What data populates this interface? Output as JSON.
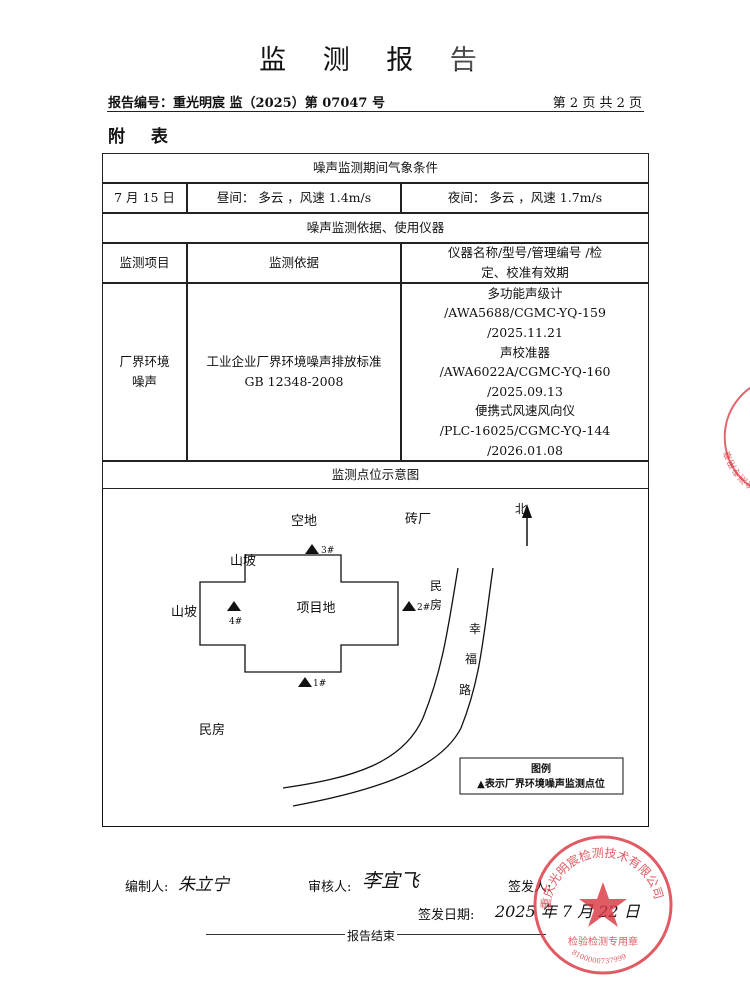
{
  "header": {
    "title": "监 测 报 告",
    "report_no": "报告编号：重光明宸 监（2025）第 07047 号",
    "page_info": "第 2 页 共 2 页",
    "appendix": "附 表"
  },
  "weather": {
    "section_title": "噪声监测期间气象条件",
    "date": "7 月 15 日",
    "day": "昼间：  多云 ，风速 1.4m/s",
    "night": "夜间：  多云 ，风速 1.7m/s"
  },
  "basis": {
    "section_title": "噪声监测依据、使用仪器",
    "col_item": "监测项目",
    "col_basis": "监测依据",
    "col_instrument": "仪器名称/型号/管理编号 /检定、校准有效期",
    "item": "厂界环境噪声",
    "standard_name": "工业企业厂界环境噪声排放标准",
    "standard_code": "GB 12348-2008",
    "instruments": [
      "多功能声级计",
      "/AWA5688/CGMC-YQ-159",
      "/2025.11.21",
      "声校准器",
      "/AWA6022A/CGMC-YQ-160",
      "/2025.09.13",
      "便携式风速风向仪",
      "/PLC-16025/CGMC-YQ-144",
      "/2026.01.08"
    ]
  },
  "map": {
    "section_title": "监测点位示意图",
    "north": "北",
    "site": "项目地",
    "labels": {
      "brick_factory": "砖厂",
      "vacant": "空地",
      "hill_top": "山坡",
      "hill_left": "山坡",
      "residence_right": "民房",
      "residence_bottom": "民房",
      "road": "幸福路"
    },
    "points": [
      "1#",
      "2#",
      "3#",
      "4#"
    ],
    "legend_title": "图例",
    "legend_text": "▲表示厂界环境噪声监测点位"
  },
  "signatures": {
    "compiler_label": "编制人:",
    "compiler_sig": "朱立宁",
    "reviewer_label": "审核人:",
    "reviewer_sig": "李宜飞",
    "issuer_label": "签发人:",
    "issue_date_label": "签发日期:",
    "issue_date_sig": "2025 年 7 月 22 日",
    "end_text": "报告结束"
  },
  "stamps": {
    "main_text": "重庆光明宸检测技术有限公司",
    "sub_text": "检验检测专用章",
    "code": "8100000737999",
    "side_text": "检测专用章"
  },
  "colors": {
    "stamp": "#d8323c",
    "ink": "#111111"
  }
}
